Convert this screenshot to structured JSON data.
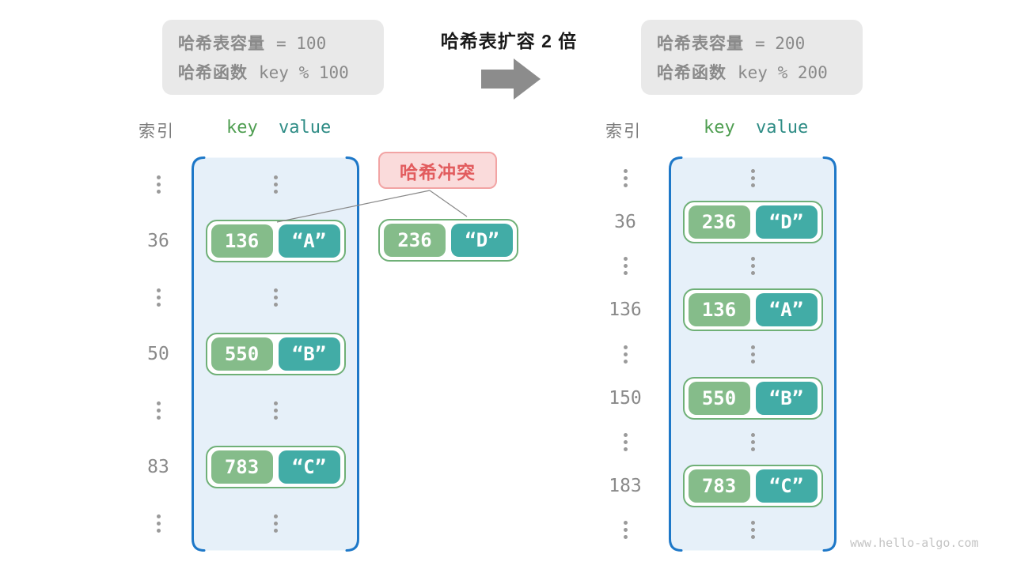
{
  "colors": {
    "accent_blue": "#1E78C8",
    "table_bg": "#E6F0F9",
    "key_green": "#85BC8A",
    "value_teal": "#42ACA6",
    "pair_border": "#6FB077",
    "header_key_green": "#4F9E51",
    "header_value_teal": "#2E8C85",
    "collision_red": "#E25C5E",
    "collision_bg": "#FADBDB",
    "collision_border": "#F2A4A4",
    "gray_text": "#8A8A8A",
    "info_bg": "#E9E9E9",
    "arrow_gray": "#8C8C8C"
  },
  "info_before": {
    "line1_label": "哈希表容量",
    "line1_value": "= 100",
    "line2_label": "哈希函数",
    "line2_value": "key % 100"
  },
  "info_after": {
    "line1_label": "哈希表容量",
    "line1_value": "= 200",
    "line2_label": "哈希函数",
    "line2_value": "key % 200"
  },
  "transition": {
    "label": "哈希表扩容 2 倍"
  },
  "tables": {
    "left": {
      "headers": {
        "index": "索引",
        "key": "key",
        "value": "value"
      },
      "rows": [
        {
          "type": "dots"
        },
        {
          "type": "pair",
          "index": "36",
          "key": "136",
          "value": "“A”"
        },
        {
          "type": "dots"
        },
        {
          "type": "pair",
          "index": "50",
          "key": "550",
          "value": "“B”"
        },
        {
          "type": "dots"
        },
        {
          "type": "pair",
          "index": "83",
          "key": "783",
          "value": "“C”"
        },
        {
          "type": "dots"
        }
      ]
    },
    "right": {
      "headers": {
        "index": "索引",
        "key": "key",
        "value": "value"
      },
      "rows": [
        {
          "type": "dots"
        },
        {
          "type": "pair",
          "index": "36",
          "key": "236",
          "value": "“D”"
        },
        {
          "type": "dots"
        },
        {
          "type": "pair",
          "index": "136",
          "key": "136",
          "value": "“A”"
        },
        {
          "type": "dots"
        },
        {
          "type": "pair",
          "index": "150",
          "key": "550",
          "value": "“B”"
        },
        {
          "type": "dots"
        },
        {
          "type": "pair",
          "index": "183",
          "key": "783",
          "value": "“C”"
        },
        {
          "type": "dots"
        }
      ]
    }
  },
  "collision": {
    "label": "哈希冲突",
    "pair": {
      "key": "236",
      "value": "“D”"
    }
  },
  "watermark": "www.hello-algo.com"
}
